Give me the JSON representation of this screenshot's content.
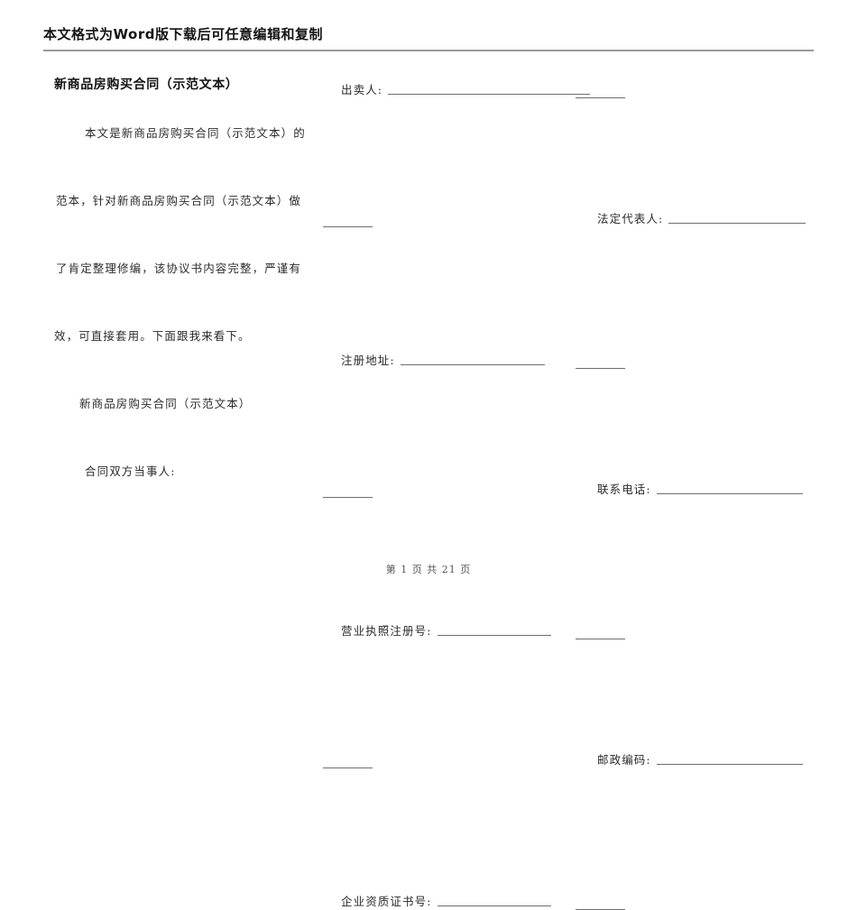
{
  "header": {
    "notice": "本文格式为Word版下载后可任意编辑和复制"
  },
  "document": {
    "title": "新商品房购买合同（示范文本）",
    "paragraph_lines": [
      "本文是新商品房购买合同（示范文本）的",
      "范本，针对新商品房购买合同（示范文本）做",
      "了肯定整理修编，该协议书内容完整，严谨有",
      "效，可直接套用。下面跟我来看下。",
      "新商品房购买合同（示范文本）",
      "合同双方当事人:"
    ]
  },
  "form": {
    "fields": [
      {
        "label": "出卖人:",
        "side": "left",
        "value": ""
      },
      {
        "label": "法定代表人:",
        "side": "right",
        "value": ""
      },
      {
        "label": "注册地址:",
        "side": "left",
        "value": ""
      },
      {
        "label": "联系电话:",
        "side": "right",
        "value": ""
      },
      {
        "label": "营业执照注册号:",
        "side": "left",
        "value": ""
      },
      {
        "label": "邮政编码:",
        "side": "right",
        "value": ""
      },
      {
        "label": "企业资质证书号:",
        "side": "left",
        "value": ""
      }
    ]
  },
  "footer": {
    "page_text": "第 1 页 共 21 页",
    "current_page": "1",
    "total_pages": "21"
  },
  "colors": {
    "rule": "#6e6e6e",
    "header_rule": "#9a9a9a",
    "text": "#2b2b2b",
    "background": "#ffffff"
  }
}
